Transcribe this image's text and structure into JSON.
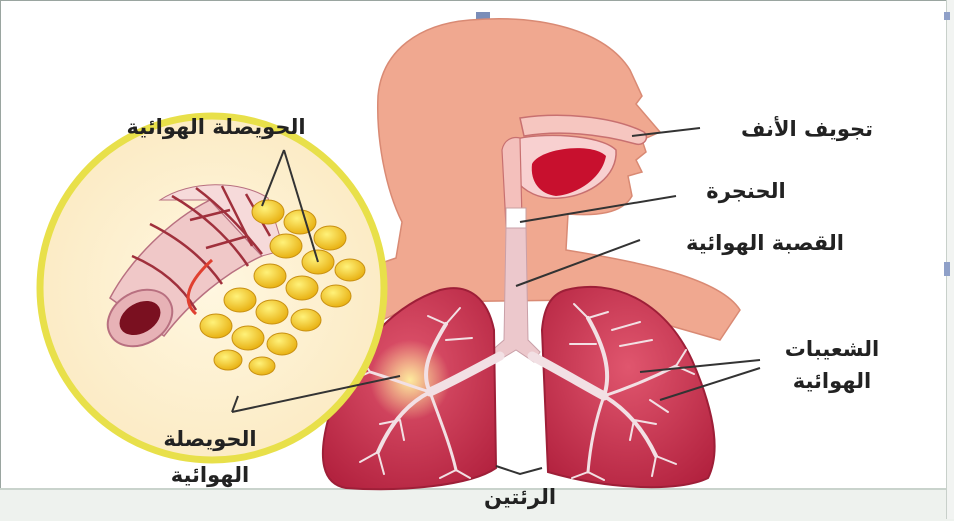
{
  "labels": {
    "alveolus_top": "الحويصلة الهوائية",
    "nasal_cavity": "تجويف الأنف",
    "larynx": "الحنجرة",
    "trachea": "القصبة الهوائية",
    "bronchioles_line1": "الشعيبات",
    "bronchioles_line2": "الهوائية",
    "alveolus_bottom_line1": "الحويصلة",
    "alveolus_bottom_line2": "الهوائية",
    "lungs": "الرئتين"
  },
  "colors": {
    "skin": "#f0a890",
    "skin_dark": "#d98a74",
    "lung": "#c8324e",
    "lung_dark": "#9e1f38",
    "alveoli": "#f2c21a",
    "zoom_ring": "#e8e04a",
    "trachea": "#e8c8cc",
    "mouth": "#c8102e"
  }
}
